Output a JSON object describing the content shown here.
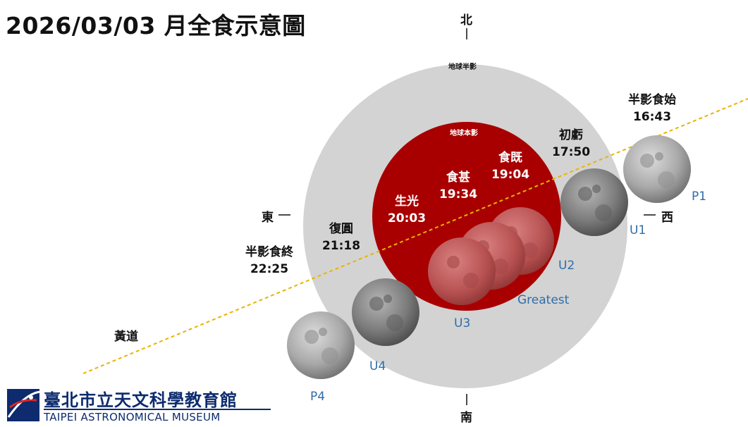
{
  "title": "2026/03/03 月全食示意圖",
  "directions": {
    "north": "北",
    "south": "南",
    "east": "東",
    "west": "西"
  },
  "regions": {
    "penumbra": "地球半影",
    "umbra": "地球本影",
    "ecliptic": "黃道"
  },
  "events": {
    "p1": {
      "name": "半影食始",
      "time": "16:43"
    },
    "u1": {
      "name": "初虧",
      "time": "17:50"
    },
    "u2": {
      "name": "食既",
      "time": "19:04"
    },
    "greatest": {
      "name": "食甚",
      "time": "19:34"
    },
    "u3": {
      "name": "生光",
      "time": "20:03"
    },
    "u4": {
      "name": "復圓",
      "time": "21:18"
    },
    "p4": {
      "name": "半影食終",
      "time": "22:25"
    }
  },
  "markers": {
    "p1": "P1",
    "u1": "U1",
    "u2": "U2",
    "greatest": "Greatest",
    "u3": "U3",
    "u4": "U4",
    "p4": "P4"
  },
  "logo": {
    "chinese": "臺北市立天文科學教育館",
    "english": "TAIPEI ASTRONOMICAL MUSEUM"
  },
  "colors": {
    "penumbra": "#d3d3d3",
    "umbra": "#a80000",
    "ecliptic": "#e8b400",
    "marker_text": "#2f6da8",
    "logo": "#0d2b6e"
  }
}
